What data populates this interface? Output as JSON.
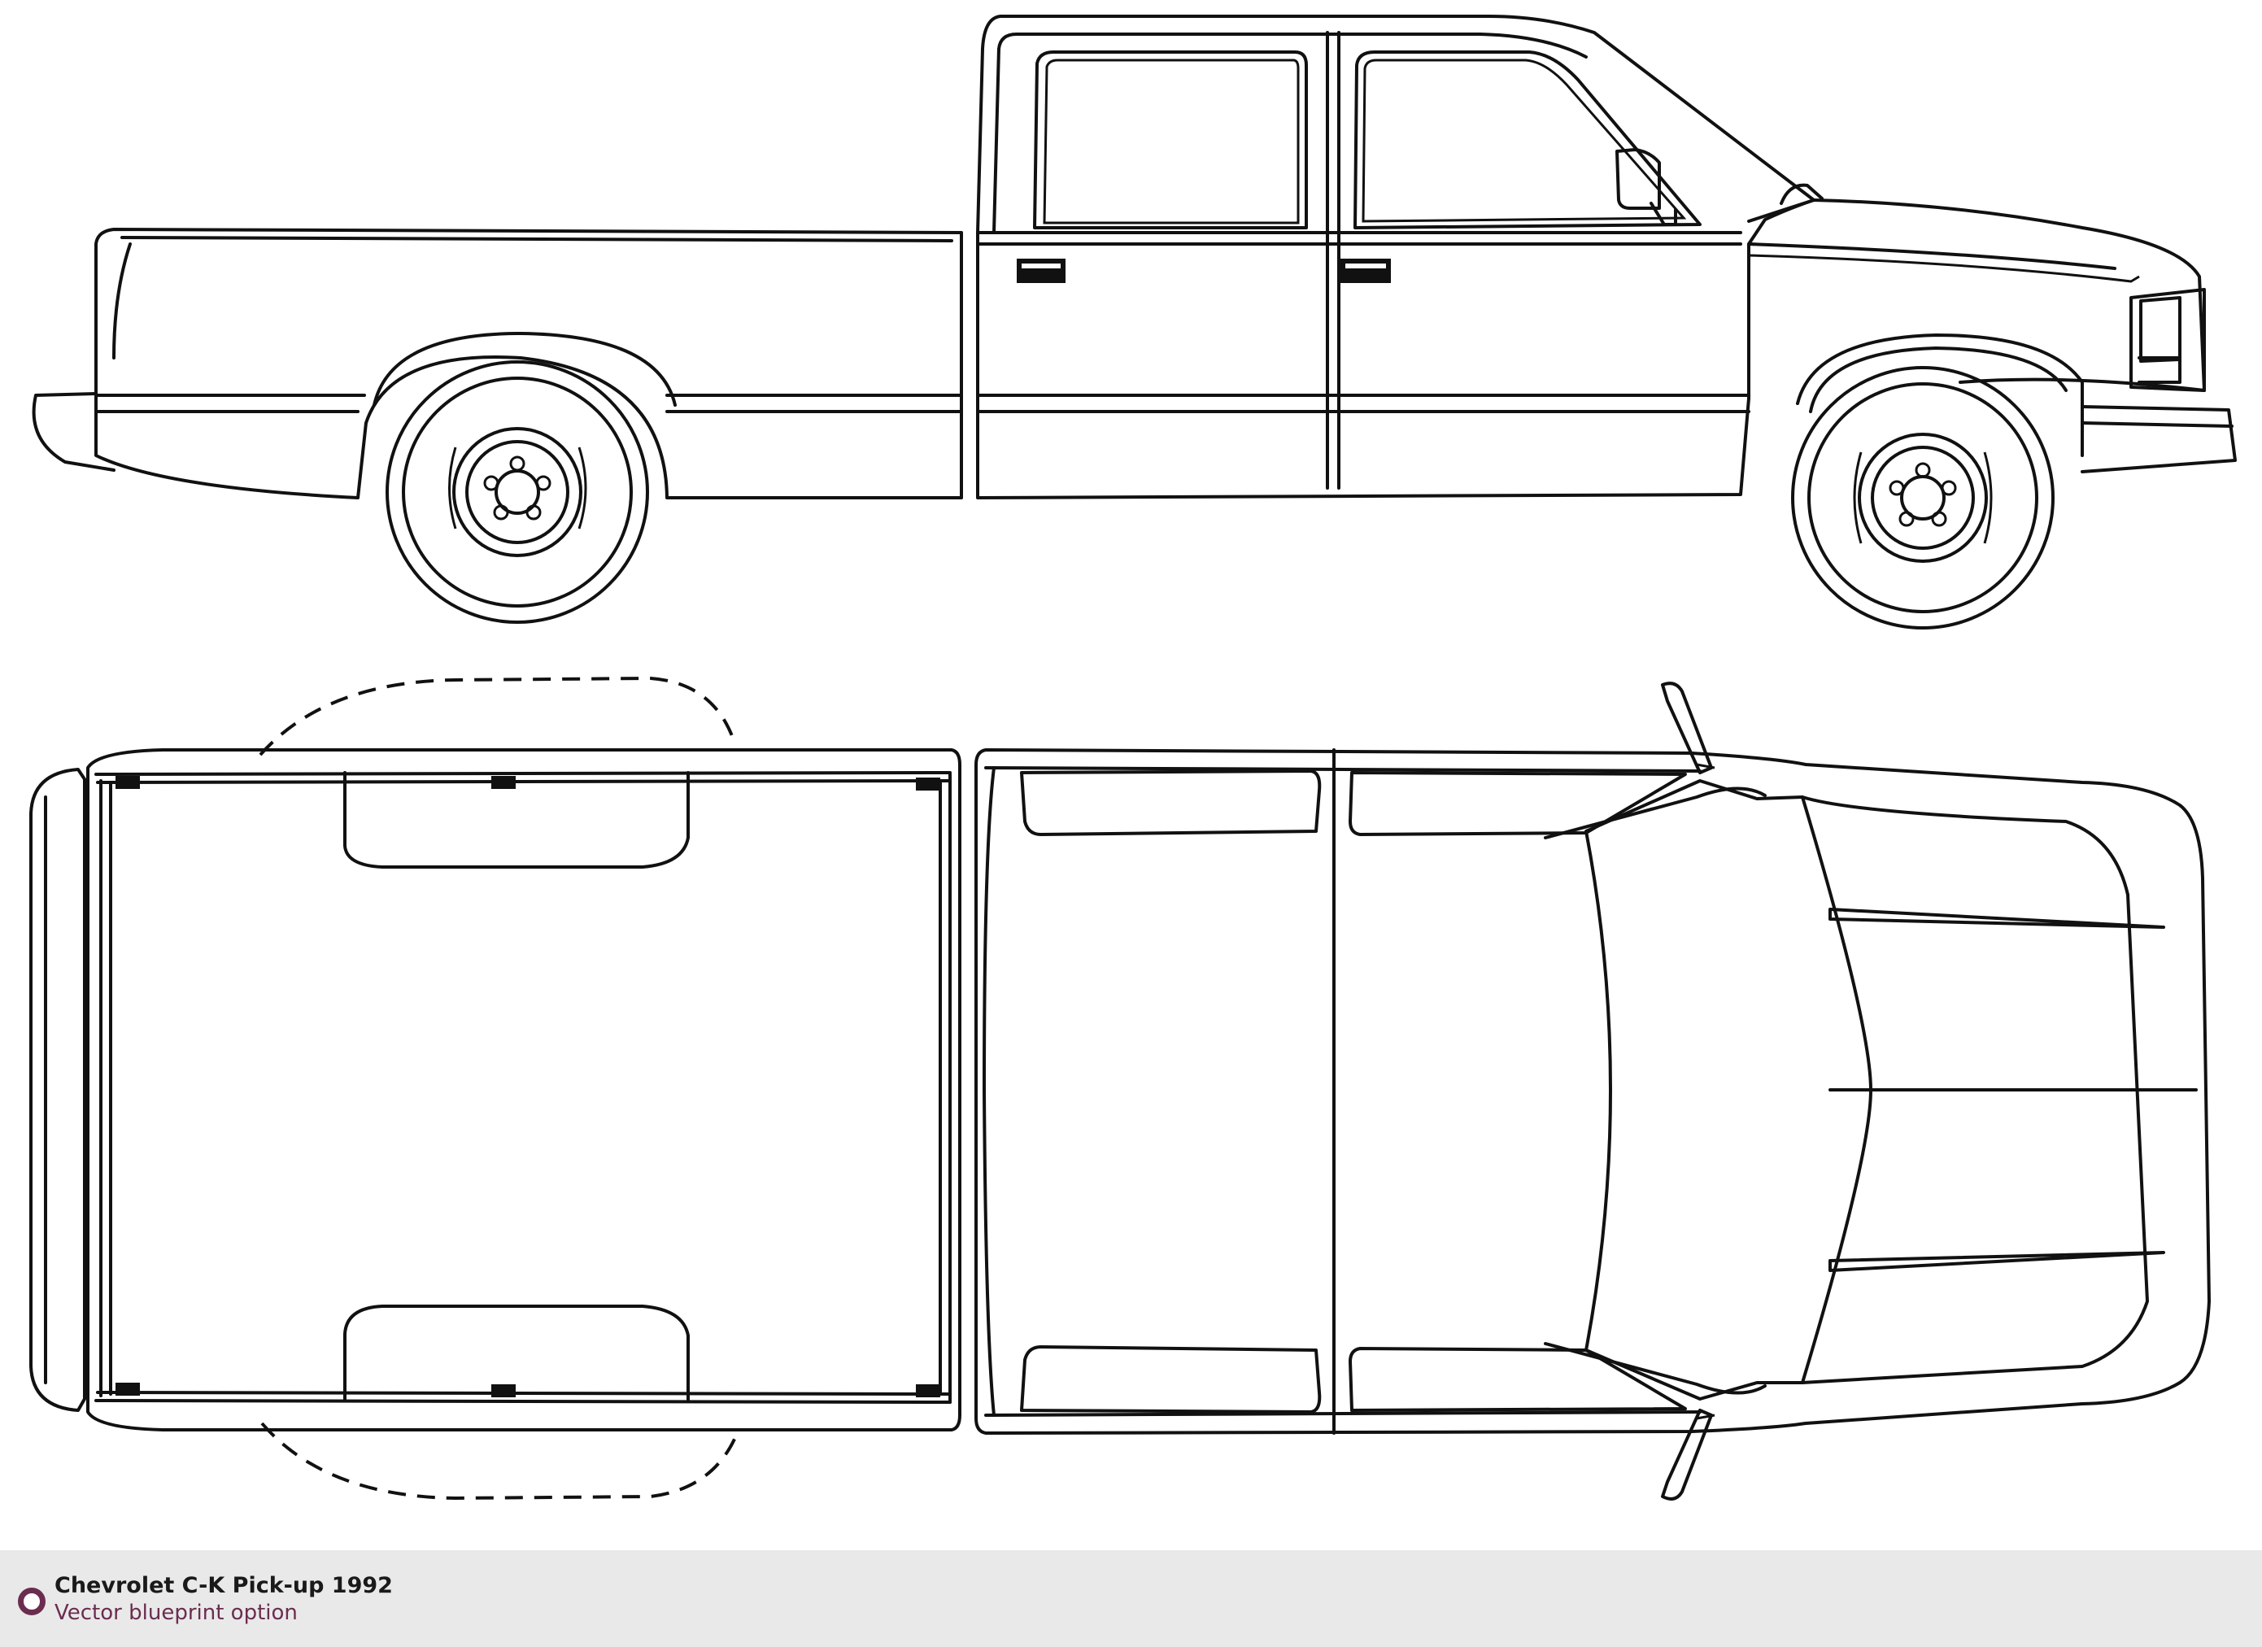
{
  "footer": {
    "title": "Chevrolet C-K Pick-up 1992",
    "subtitle": "Vector blueprint option",
    "icon": "circle-bullet-icon",
    "accent_color": "#6b2d4f",
    "background_color": "#e9e9e9"
  },
  "views": [
    "side-view",
    "top-view"
  ]
}
